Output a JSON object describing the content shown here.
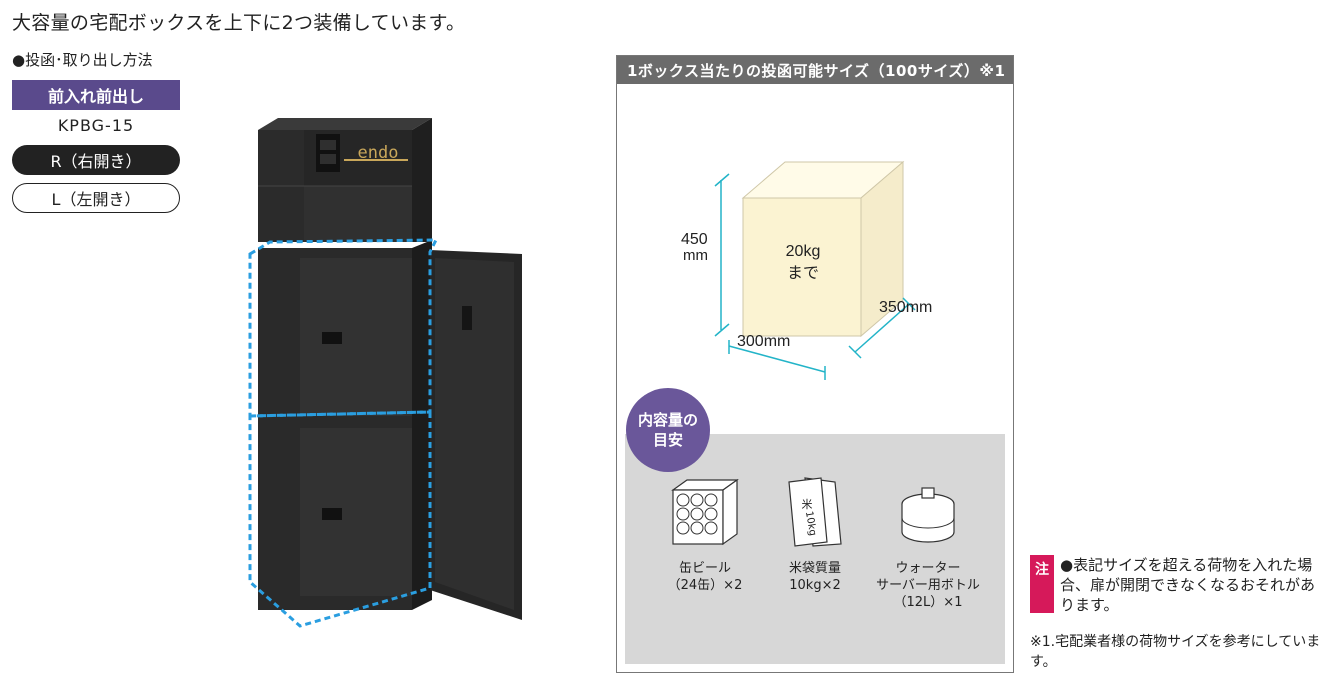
{
  "headline": "大容量の宅配ボックスを上下に2つ装備しています。",
  "method": {
    "title": "●投函･取り出し方法",
    "badge": "前入れ前出し",
    "model": "KPBG-15",
    "right_open": "R（右開き）",
    "left_open": "L（左開き）"
  },
  "product": {
    "brand_text": "endo"
  },
  "size_panel": {
    "title": "1ボックス当たりの投函可能サイズ（100サイズ）※1",
    "height_value": "450",
    "height_unit": "mm",
    "weight_line1": "20kg",
    "weight_line2": "まで",
    "depth_label": "350mm",
    "width_label": "300mm"
  },
  "capacity": {
    "badge_line1": "内容量の",
    "badge_line2": "目安",
    "items": [
      {
        "line1": "缶ビール",
        "line2": "（24缶）×2",
        "line3": ""
      },
      {
        "line1": "米袋質量",
        "line2": "10kg×2",
        "line3": ""
      },
      {
        "line1": "ウォーター",
        "line2": "サーバー用ボトル",
        "line3": "（12L）×1"
      }
    ],
    "rice_bag_text1": "米",
    "rice_bag_text2": "10kg"
  },
  "note": {
    "mark": "注",
    "text": "●表記サイズを超える荷物を入れた場合、扉が開閉できなくなるおそれがあります。"
  },
  "footnote": "※1.宅配業者様の荷物サイズを参考にしています。",
  "colors": {
    "accent_purple": "#5a4a8c",
    "badge_purple": "#6a579a",
    "note_pink": "#d6195a",
    "cube_fill": "#fbf3d2",
    "dim_line": "#23b4c8",
    "dashed_blue": "#2a9ee0"
  }
}
